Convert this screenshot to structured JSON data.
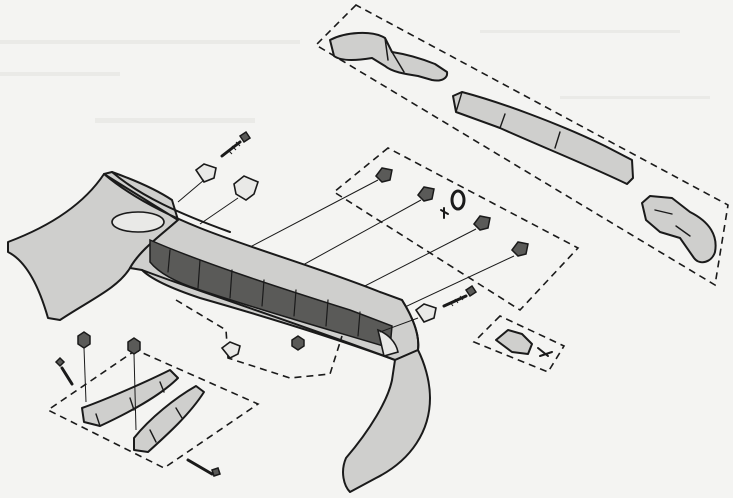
{
  "figure": {
    "labels": [],
    "colors": {
      "background": "#f4f4f2",
      "ink": "#1a1a1a",
      "fill": "#cfcfcd",
      "hatch": "#8a8a88"
    }
  },
  "parts": [
    {
      "name": "rear-bumper-cover"
    },
    {
      "name": "upper-right-trim-group"
    },
    {
      "name": "center-reinforcement-bar"
    },
    {
      "name": "end-bracket"
    },
    {
      "name": "lower-left-bracket-group"
    },
    {
      "name": "small-clip-group"
    },
    {
      "name": "clip-fastener-group"
    }
  ]
}
